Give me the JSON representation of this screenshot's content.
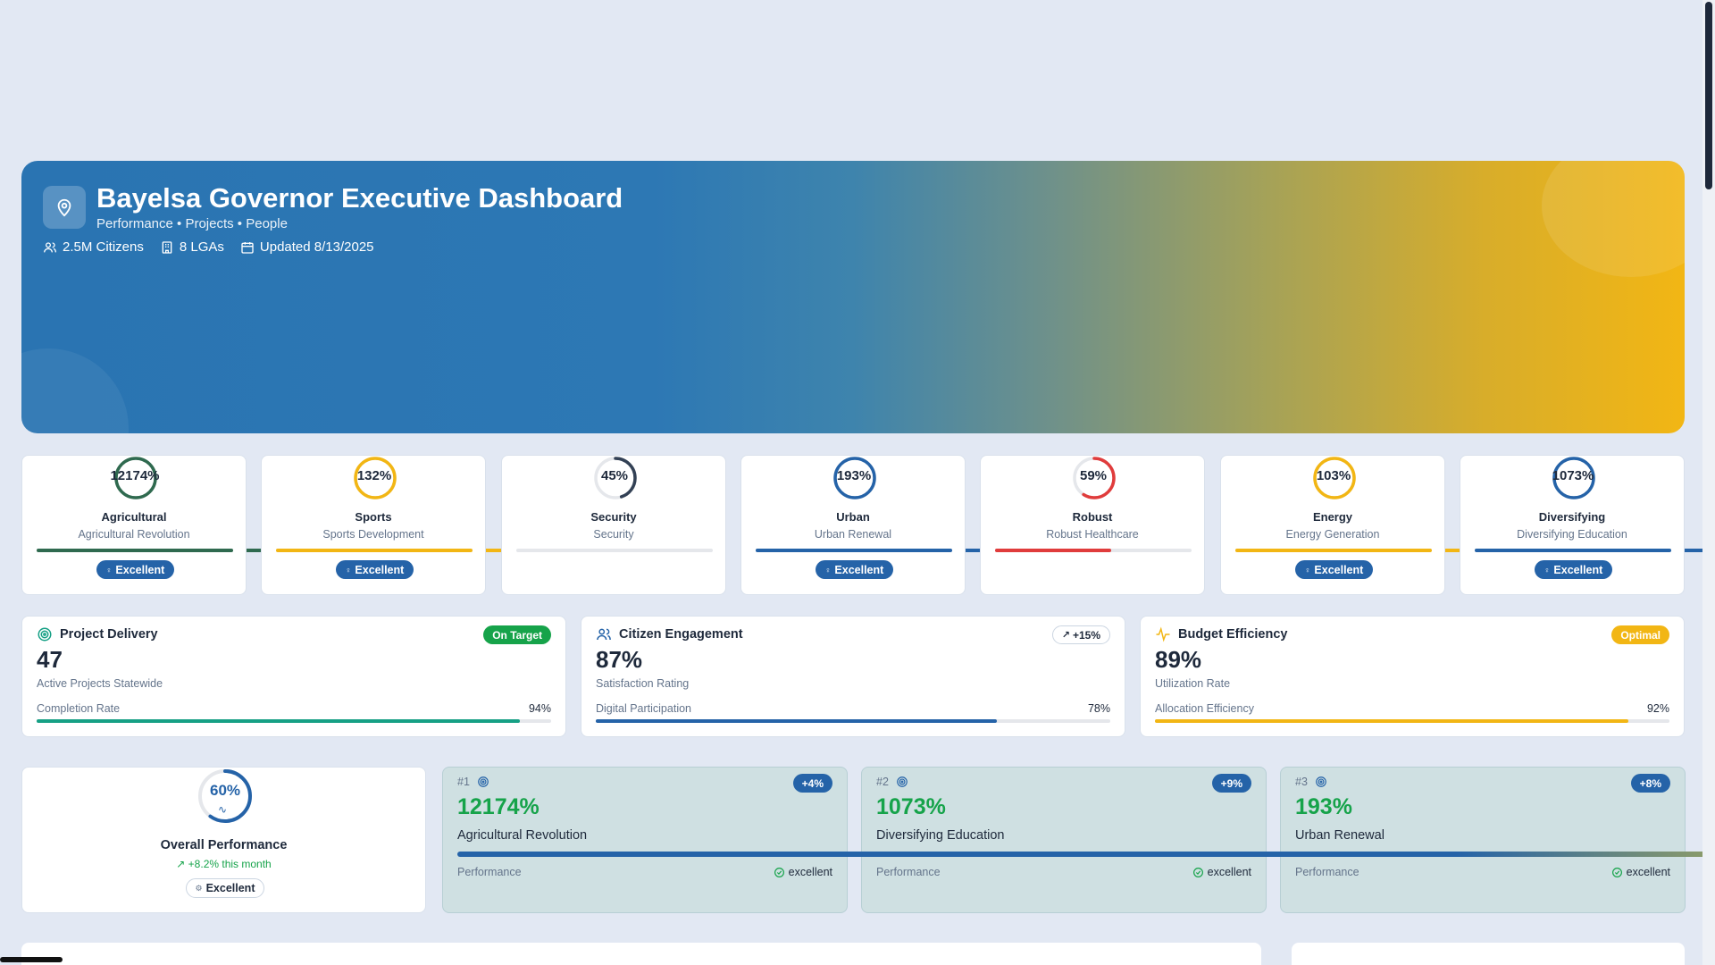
{
  "header": {
    "title": "Bayelsa Governor Executive Dashboard",
    "subtitle": "Performance • Projects • People",
    "citizens": "2.5M Citizens",
    "lgas": "8 LGAs",
    "updated": "Updated 8/13/2025"
  },
  "categories": [
    {
      "value": "12174%",
      "name": "Agricultural",
      "sub": "Agricultural Revolution",
      "badge": "Excellent",
      "color": "#2f6a4f",
      "progress": 1.0
    },
    {
      "value": "132%",
      "name": "Sports",
      "sub": "Sports Development",
      "badge": "Excellent",
      "color": "#f2b614",
      "progress": 1.0
    },
    {
      "value": "45%",
      "name": "Security",
      "sub": "Security",
      "badge": "",
      "color": "#334155",
      "progress": 0.0
    },
    {
      "value": "193%",
      "name": "Urban",
      "sub": "Urban Renewal",
      "badge": "Excellent",
      "color": "#2563a8",
      "progress": 1.0
    },
    {
      "value": "59%",
      "name": "Robust",
      "sub": "Robust Healthcare",
      "badge": "",
      "color": "#e03c3c",
      "progress": 0.59
    },
    {
      "value": "103%",
      "name": "Energy",
      "sub": "Energy Generation",
      "badge": "Excellent",
      "color": "#f2b614",
      "progress": 1.0
    },
    {
      "value": "1073%",
      "name": "Diversifying",
      "sub": "Diversifying Education",
      "badge": "Excellent",
      "color": "#2563a8",
      "progress": 1.0
    }
  ],
  "metrics": [
    {
      "title": "Project Delivery",
      "pill": "On Target",
      "value": "47",
      "caption": "Active Projects Statewide",
      "bar_label": "Completion Rate",
      "bar_pct": "94%",
      "progress": 0.94,
      "color": "#16a085"
    },
    {
      "title": "Citizen Engagement",
      "pill": "+15%",
      "value": "87%",
      "caption": "Satisfaction Rating",
      "bar_label": "Digital Participation",
      "bar_pct": "78%",
      "progress": 0.78,
      "color": "#2563a8"
    },
    {
      "title": "Budget Efficiency",
      "pill": "Optimal",
      "value": "89%",
      "caption": "Utilization Rate",
      "bar_label": "Allocation Efficiency",
      "bar_pct": "92%",
      "progress": 0.92,
      "color": "#f2b614"
    }
  ],
  "overall": {
    "value": "60%",
    "progress": 0.6,
    "title": "Overall Performance",
    "change": "+8.2% this month",
    "badge": "Excellent"
  },
  "top": [
    {
      "rank": "#1",
      "change": "+4%",
      "value": "12174%",
      "name": "Agricultural Revolution",
      "perf_label": "Performance",
      "rating": "excellent"
    },
    {
      "rank": "#2",
      "change": "+9%",
      "value": "1073%",
      "name": "Diversifying Education",
      "perf_label": "Performance",
      "rating": "excellent"
    },
    {
      "rank": "#3",
      "change": "+8%",
      "value": "193%",
      "name": "Urban Renewal",
      "perf_label": "Performance",
      "rating": "excellent"
    }
  ]
}
